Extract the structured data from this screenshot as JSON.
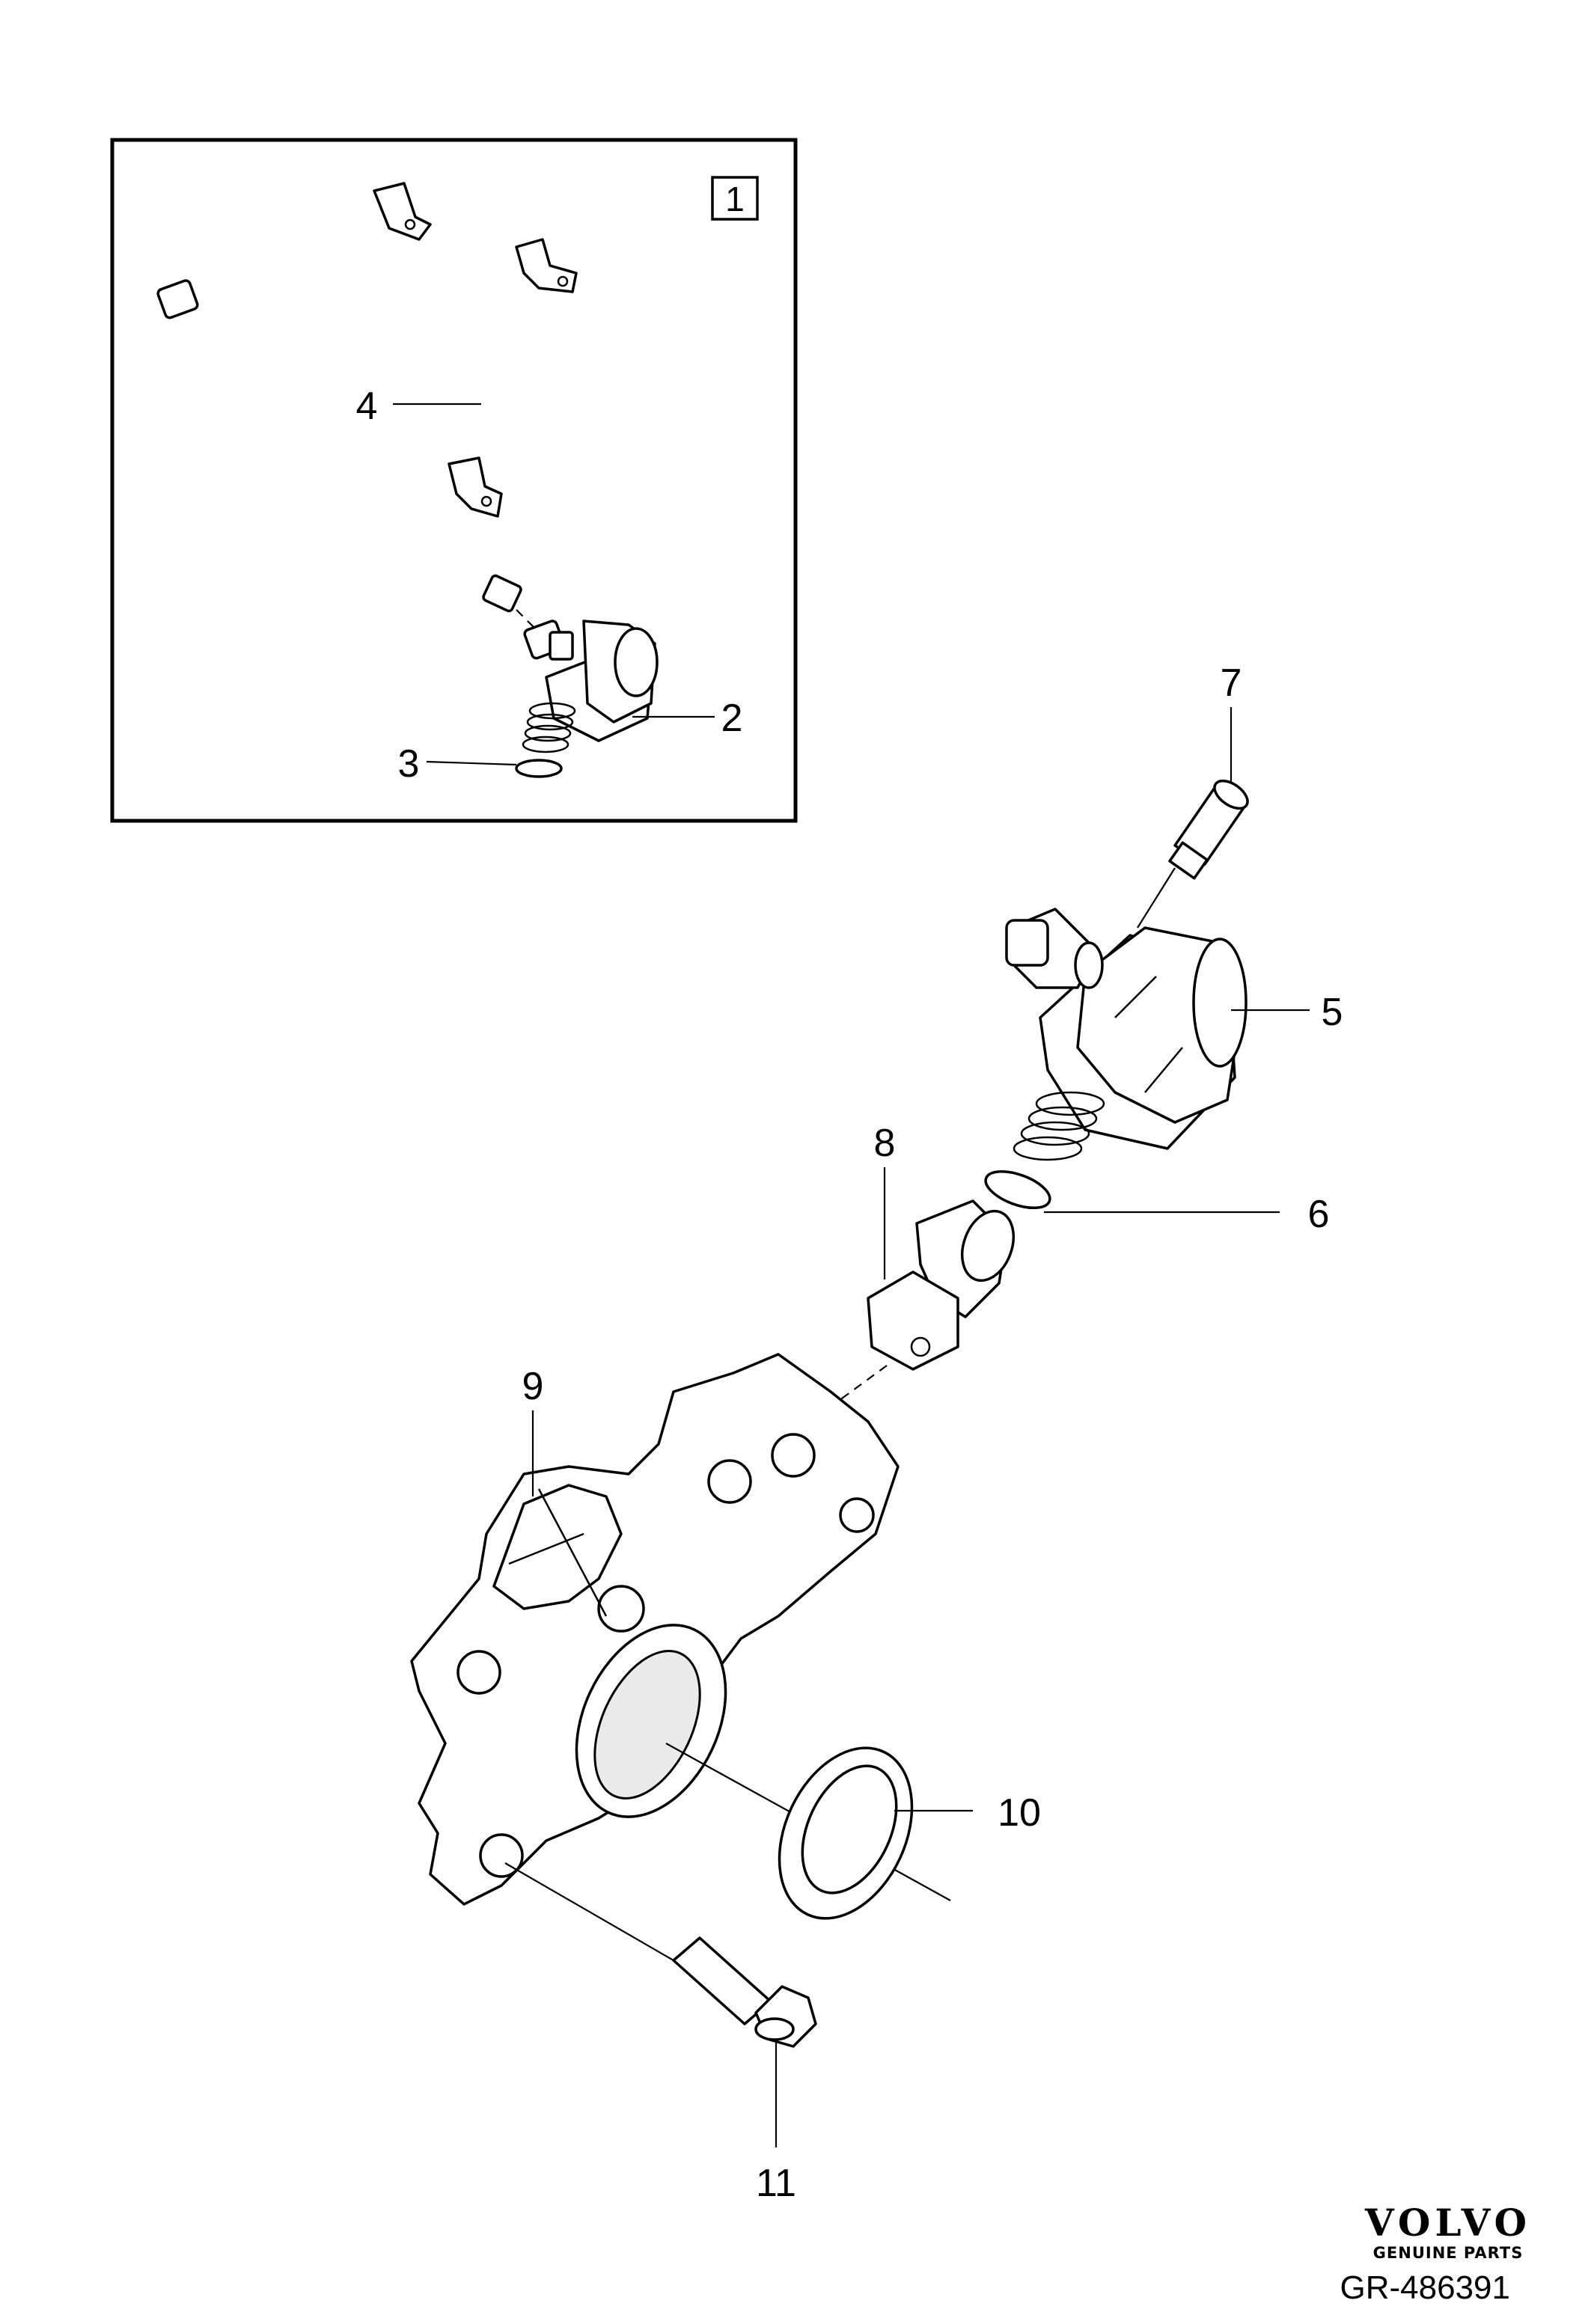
{
  "diagram": {
    "kit_label": "1",
    "callouts": [
      "2",
      "3",
      "4",
      "5",
      "6",
      "7",
      "8",
      "9",
      "10",
      "11"
    ],
    "logo": {
      "brand": "VOLVO",
      "tagline": "GENUINE PARTS"
    },
    "reference": "GR-486391"
  },
  "colors": {
    "ink": "#000000",
    "paper": "#ffffff"
  }
}
